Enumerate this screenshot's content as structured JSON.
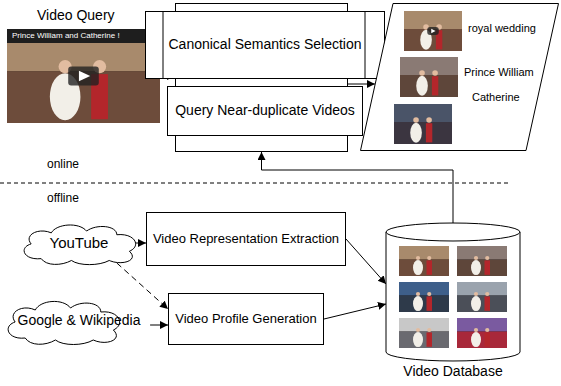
{
  "diagram": {
    "nodes": [
      {
        "text": [
          "Video Query",
          "Prince William and Catherine !"
        ]
      },
      {
        "text": []
      },
      {
        "text": [
          "Canonical Semantics Selection"
        ],
        "in": 1
      },
      {
        "text": [
          "Query Near-duplicate Videos"
        ],
        "in": 1
      },
      {
        "text": [
          "royal wedding",
          "Prince William",
          "Catherine"
        ]
      },
      {
        "text": [
          "YouTube"
        ]
      },
      {
        "text": [
          "Video Representation Extraction"
        ]
      },
      {
        "text": [
          "Google & Wikipedia"
        ]
      },
      {
        "text": [
          "Video Profile Generation"
        ]
      },
      {
        "text": [
          "Video Database"
        ]
      }
    ],
    "edges": [
      {
        "from": 0,
        "to": 1,
        "arrow": "to"
      },
      {
        "from": 1,
        "to": 4,
        "arrow": "to"
      },
      {
        "from": 5,
        "to": 6,
        "arrow": "to"
      },
      {
        "from": 5,
        "to": 8,
        "arrow": "to"
      },
      {
        "from": 7,
        "to": 8,
        "arrow": "to"
      },
      {
        "from": 6,
        "to": 9,
        "arrow": "to"
      },
      {
        "from": 8,
        "to": 9,
        "arrow": "to"
      },
      {
        "from": 9,
        "to": 1,
        "arrow": "to"
      }
    ],
    "labels": [
      "online",
      "offline"
    ]
  }
}
